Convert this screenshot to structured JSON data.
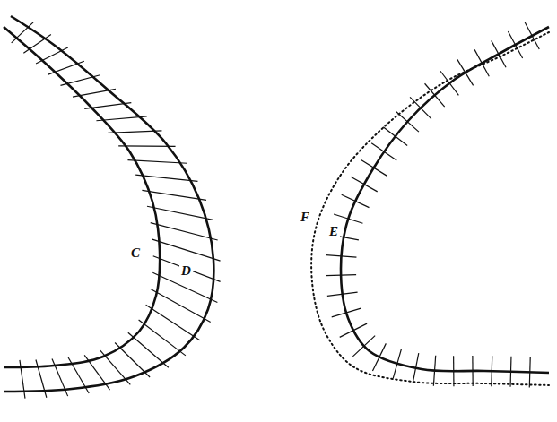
{
  "diagram": {
    "labels": [
      "C",
      "D",
      "F",
      "E"
    ]
  }
}
